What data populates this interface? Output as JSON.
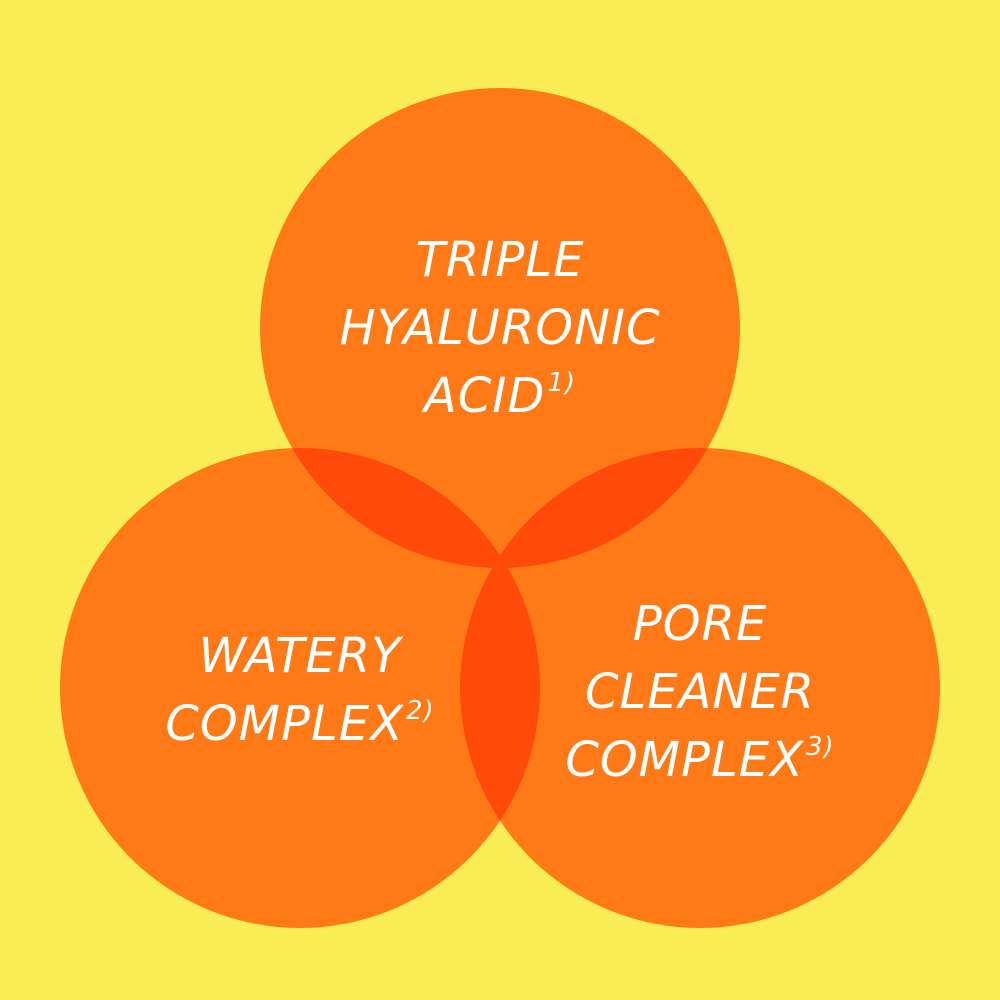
{
  "colors": {
    "background": "#f9ec55",
    "circle_fill": "#ff7a17",
    "overlap_fill": "#ff4a0a",
    "text": "#ffffff"
  },
  "circles": {
    "top": {
      "lines": [
        "TRIPLE",
        "HYALURONIC",
        "ACID"
      ],
      "footnote": "1)"
    },
    "left": {
      "lines": [
        "WATERY",
        "COMPLEX"
      ],
      "footnote": "2)"
    },
    "right": {
      "lines": [
        "PORE",
        "CLEANER",
        "COMPLEX"
      ],
      "footnote": "3)"
    }
  }
}
